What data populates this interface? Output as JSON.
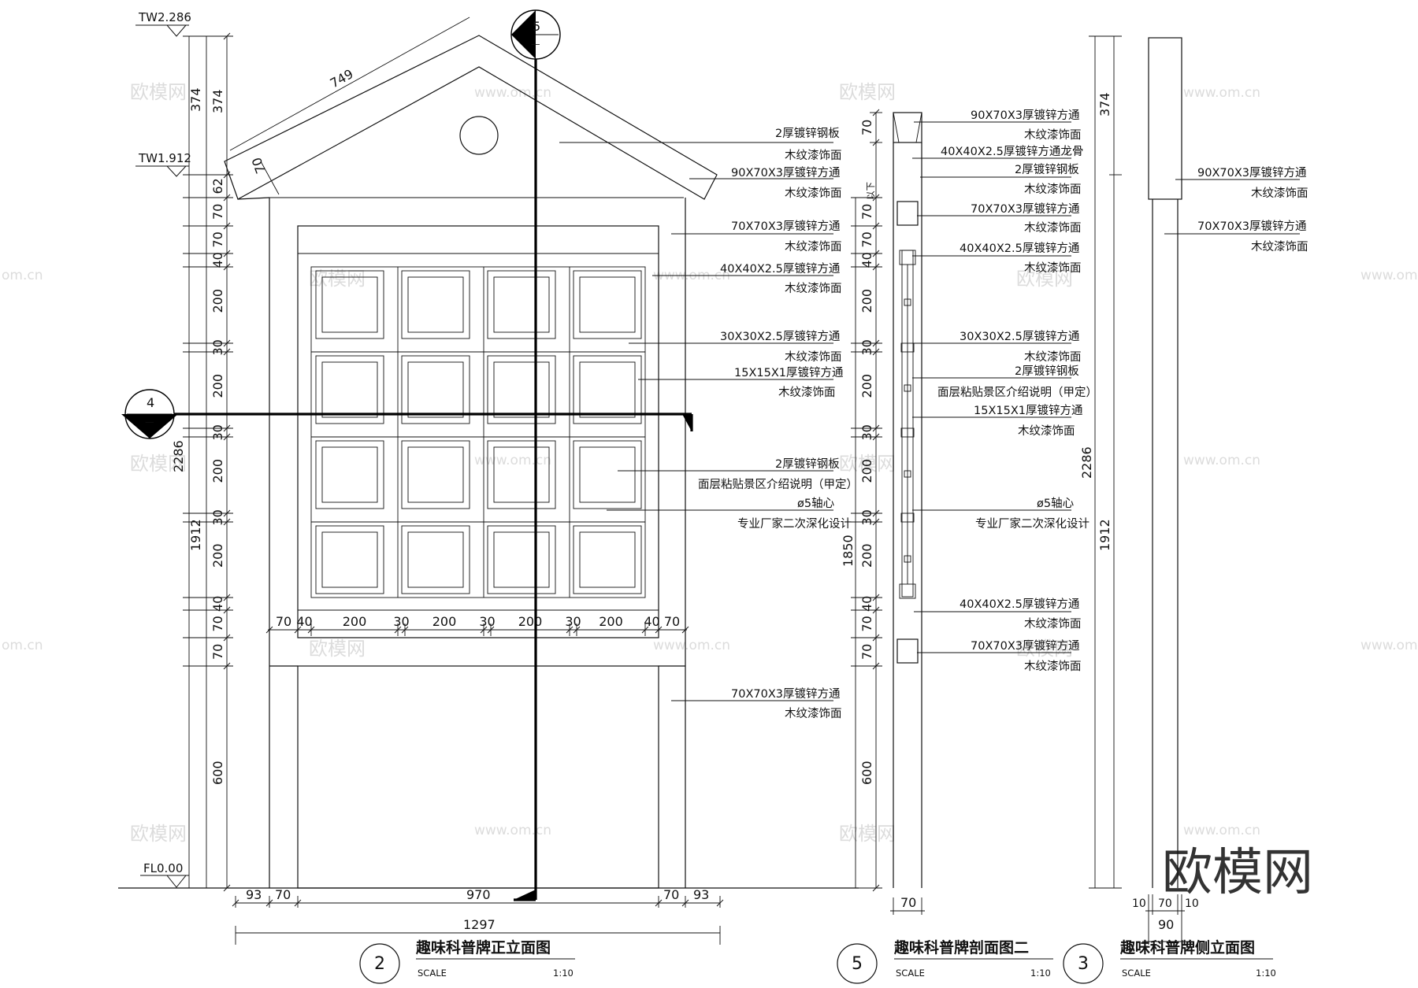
{
  "levels": {
    "tw_top": "TW2.286",
    "tw_mid": "TW1.912",
    "floor": "FL0.00"
  },
  "section_markers": [
    {
      "id": "5",
      "sheet": "—"
    },
    {
      "id": "4",
      "sheet": "—"
    }
  ],
  "front": {
    "roof_len": "749",
    "roof_thk": "70",
    "vdims_outer": [
      "374",
      "1912",
      "2286"
    ],
    "vdims_inner": [
      "374",
      "62",
      "70",
      "70",
      "40",
      "200",
      "30",
      "200",
      "30",
      "200",
      "30",
      "200",
      "40",
      "70",
      "70",
      "600"
    ],
    "grid_dims": [
      "70",
      "40",
      "200",
      "30",
      "200",
      "30",
      "200",
      "30",
      "200",
      "40",
      "70"
    ],
    "bottom_dims": [
      "93",
      "70",
      "970",
      "70",
      "93"
    ],
    "total_width": "1297",
    "notes": [
      {
        "l1": "2厚镀锌钢板",
        "l2": "木纹漆饰面"
      },
      {
        "l1": "90X70X3厚镀锌方通",
        "l2": "木纹漆饰面"
      },
      {
        "l1": "70X70X3厚镀锌方通",
        "l2": "木纹漆饰面"
      },
      {
        "l1": "40X40X2.5厚镀锌方通",
        "l2": "木纹漆饰面"
      },
      {
        "l1": "30X30X2.5厚镀锌方通",
        "l2": "木纹漆饰面"
      },
      {
        "l1": "15X15X1厚镀锌方通",
        "l2": "木纹漆饰面"
      },
      {
        "l1": "2厚镀锌钢板",
        "l2": "面层粘贴景区介绍说明（甲定）"
      },
      {
        "l1": "ø5轴心",
        "l2": "专业厂家二次深化设计"
      },
      {
        "l1": "70X70X3厚镀锌方通",
        "l2": "木纹漆饰面"
      }
    ],
    "title": {
      "num": "2",
      "name": "趣味科普牌正立面图",
      "scale_label": "SCALE",
      "scale": "1:10"
    }
  },
  "section": {
    "vdims": [
      "70",
      "70",
      "70",
      "40",
      "200",
      "30",
      "200",
      "30",
      "200",
      "30",
      "200",
      "40",
      "70",
      "70",
      "600"
    ],
    "total": "1850",
    "top_note": "以下",
    "width": "70",
    "notes": [
      {
        "l1": "90X70X3厚镀锌方通",
        "l2": "木纹漆饰面"
      },
      {
        "l1": "40X40X2.5厚镀锌方通龙骨",
        "l2": ""
      },
      {
        "l1": "2厚镀锌钢板",
        "l2": "木纹漆饰面"
      },
      {
        "l1": "70X70X3厚镀锌方通",
        "l2": "木纹漆饰面"
      },
      {
        "l1": "40X40X2.5厚镀锌方通",
        "l2": "木纹漆饰面"
      },
      {
        "l1": "30X30X2.5厚镀锌方通",
        "l2": "木纹漆饰面"
      },
      {
        "l1": "2厚镀锌钢板",
        "l2": "面层粘贴景区介绍说明（甲定）"
      },
      {
        "l1": "15X15X1厚镀锌方通",
        "l2": "木纹漆饰面"
      },
      {
        "l1": "ø5轴心",
        "l2": "专业厂家二次深化设计"
      },
      {
        "l1": "40X40X2.5厚镀锌方通",
        "l2": "木纹漆饰面"
      },
      {
        "l1": "70X70X3厚镀锌方通",
        "l2": "木纹漆饰面"
      }
    ],
    "title": {
      "num": "5",
      "name": "趣味科普牌剖面图二",
      "scale_label": "SCALE",
      "scale": "1:10"
    }
  },
  "side": {
    "vdims": [
      "374",
      "1912",
      "2286"
    ],
    "bottom_dims": [
      "10",
      "70",
      "10"
    ],
    "total_width": "90",
    "notes": [
      {
        "l1": "90X70X3厚镀锌方通",
        "l2": "木纹漆饰面"
      },
      {
        "l1": "70X70X3厚镀锌方通",
        "l2": "木纹漆饰面"
      }
    ],
    "title": {
      "num": "3",
      "name": "趣味科普牌侧立面图",
      "scale_label": "SCALE",
      "scale": "1:10"
    }
  },
  "watermarks": {
    "cn": "欧模网",
    "url": "www.om.cn",
    "url2": "om.cn",
    "logo": "欧模网"
  }
}
